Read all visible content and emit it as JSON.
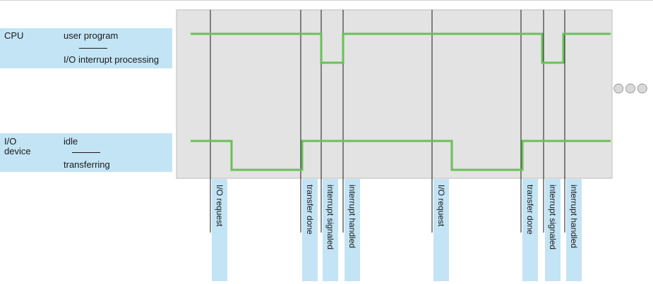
{
  "cpu": {
    "name": "CPU",
    "high_state": "user program",
    "low_state": "I/O interrupt processing"
  },
  "io": {
    "name_line1": "I/O",
    "name_line2": "device",
    "high_state": "idle",
    "low_state": "transferring"
  },
  "events": [
    {
      "t": 298,
      "label": "I/O request"
    },
    {
      "t": 426,
      "label": "transfer done"
    },
    {
      "t": 455,
      "label": "interrupt signaled"
    },
    {
      "t": 486,
      "label": "interrupt handled"
    },
    {
      "t": 612,
      "label": "I/O request"
    },
    {
      "t": 738,
      "label": "transfer done"
    },
    {
      "t": 770,
      "label": "interrupt signaled"
    },
    {
      "t": 800,
      "label": "interrupt handled"
    }
  ],
  "cpu_signal": [
    {
      "t": 270,
      "level": "high"
    },
    {
      "t": 455,
      "level": "low"
    },
    {
      "t": 486,
      "level": "high"
    },
    {
      "t": 768,
      "level": "low"
    },
    {
      "t": 798,
      "level": "high"
    },
    {
      "t": 865,
      "level": "high"
    }
  ],
  "io_signal": [
    {
      "t": 270,
      "level": "high"
    },
    {
      "t": 328,
      "level": "low"
    },
    {
      "t": 428,
      "level": "high"
    },
    {
      "t": 640,
      "level": "low"
    },
    {
      "t": 740,
      "level": "high"
    },
    {
      "t": 865,
      "level": "high"
    }
  ],
  "continuation": "●●●",
  "colors": {
    "signal": "#6bbf59",
    "panel": "#e3e3e3",
    "label_box": "#c3e4f5",
    "dots": "#d9d9d9"
  }
}
